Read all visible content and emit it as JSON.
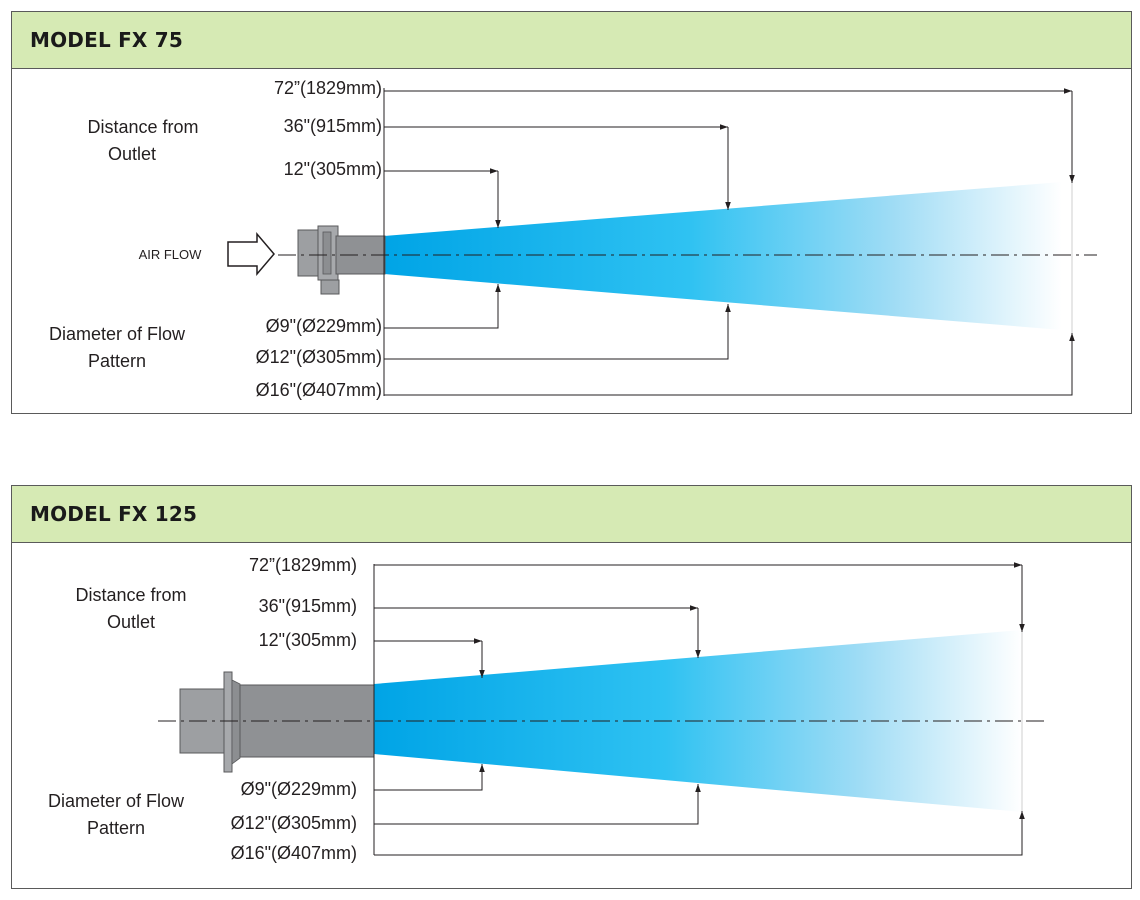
{
  "panels": [
    {
      "title": "MODEL FX 75",
      "distance_heading_line1": "Distance from",
      "distance_heading_line2": "Outlet",
      "diameter_heading_line1": "Diameter of Flow",
      "diameter_heading_line2": "Pattern",
      "airflow_label": "AIR FLOW",
      "distances": [
        "72”(1829mm)",
        "36\"(915mm)",
        "12\"(305mm)"
      ],
      "diameters": [
        "Ø9\"(Ø229mm)",
        "Ø12\"(Ø305mm)",
        "Ø16\"(Ø407mm)"
      ]
    },
    {
      "title": "MODEL FX 125",
      "distance_heading_line1": "Distance from",
      "distance_heading_line2": "Outlet",
      "diameter_heading_line1": "Diameter of Flow",
      "diameter_heading_line2": "Pattern",
      "distances": [
        "72”(1829mm)",
        "36\"(915mm)",
        "12\"(305mm)"
      ],
      "diameters": [
        "Ø9\"(Ø229mm)",
        "Ø12\"(Ø305mm)",
        "Ø16\"(Ø407mm)"
      ]
    }
  ],
  "colors": {
    "header_bg": "#d6eab4",
    "flow_start": "#00a6e8",
    "flow_end": "#ffffff",
    "nozzle": "#9d9fa2"
  }
}
